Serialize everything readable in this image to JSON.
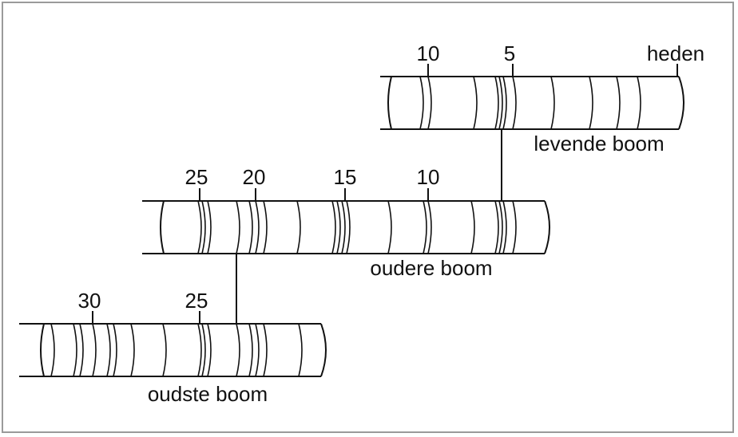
{
  "diagram": {
    "trees": [
      {
        "id": "living",
        "name": "levende boom",
        "tick_labels": [
          "10",
          "5",
          "heden"
        ]
      },
      {
        "id": "older",
        "name": "oudere boom",
        "tick_labels": [
          "25",
          "20",
          "15",
          "10"
        ]
      },
      {
        "id": "oldest",
        "name": "oudste boom",
        "tick_labels": [
          "30",
          "25"
        ]
      }
    ]
  }
}
